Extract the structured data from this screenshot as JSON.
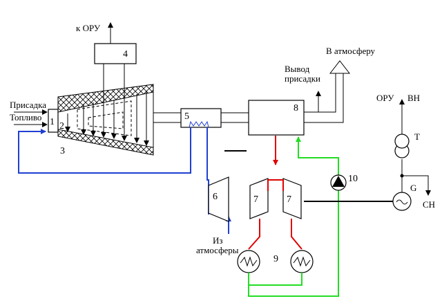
{
  "labels": {
    "to_oru": "к ОРУ",
    "to_atmosphere": "В атмосферу",
    "additive_out_line1": "Вывод",
    "additive_out_line2": "присадки",
    "additive_in": "Присадка",
    "fuel": "Топливо",
    "oru": "ОРУ",
    "vn": "ВН",
    "from_atm_line1": "Из",
    "from_atm_line2": "атмосферы",
    "transformer": "Т",
    "generator": "G",
    "aux": "СН"
  },
  "numbers": {
    "n1": "1",
    "n2": "2",
    "n3": "3",
    "n4": "4",
    "n5": "5",
    "n6": "6",
    "n7a": "7",
    "n7b": "7",
    "n8": "8",
    "n9": "9",
    "n10": "10"
  },
  "colors": {
    "line": "#000000",
    "air_supply": "#1f3fd1",
    "hot_gas": "#e00000",
    "coolant": "#22dd22"
  }
}
